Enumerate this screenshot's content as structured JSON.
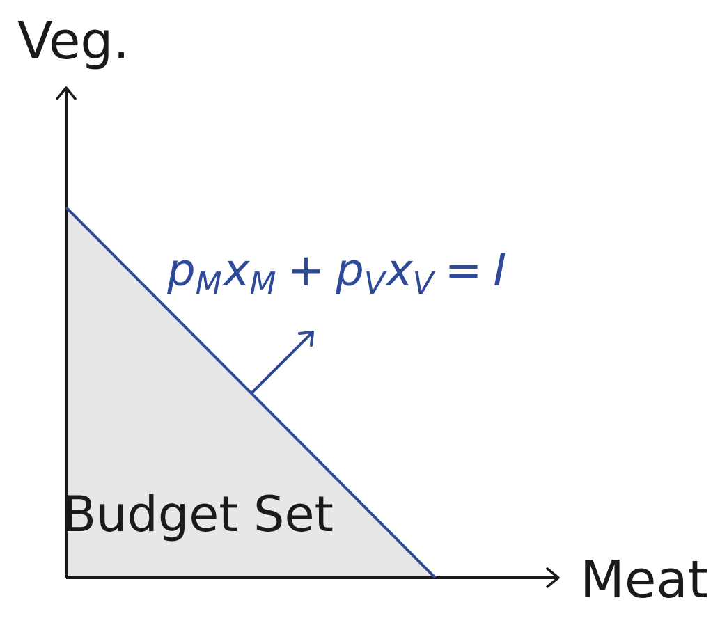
{
  "diagram": {
    "y_axis_label": "Veg.",
    "x_axis_label": "Meat",
    "region_label": "Budget Set",
    "budget_line_equation": {
      "p": "p",
      "sub_M": "M",
      "x": "x",
      "plus": "+",
      "sub_V": "V",
      "equals": "=",
      "rhs": "I"
    },
    "colors": {
      "axis": "#1a1a1a",
      "budget_line": "#2e4a98",
      "region_fill": "#e6e7e8",
      "equation_text": "#2e4a98"
    }
  }
}
